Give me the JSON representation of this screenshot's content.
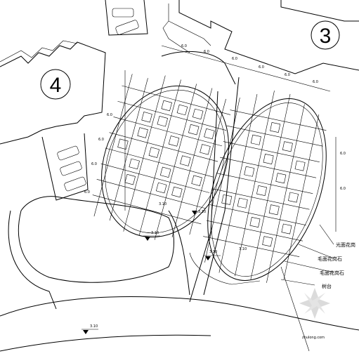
{
  "buildings": [
    {
      "id": "building-3",
      "label": "3"
    },
    {
      "id": "building-4",
      "label": "4"
    }
  ],
  "legend": [
    {
      "id": "legend-1",
      "text": "光面花岗"
    },
    {
      "id": "legend-2",
      "text": "毛面花岗石"
    },
    {
      "id": "legend-3",
      "text": "毛面花岗石"
    },
    {
      "id": "legend-4",
      "text": "树台"
    }
  ],
  "dimensions": {
    "grid_spacing": "6.0",
    "elev_1": "3.10",
    "elev_2": "3.10",
    "elev_3": "3.10",
    "elev_4": "3.10",
    "elev_5": "3.10",
    "elev_road": "3.10"
  },
  "watermark": {
    "text": "zhulong.com"
  }
}
